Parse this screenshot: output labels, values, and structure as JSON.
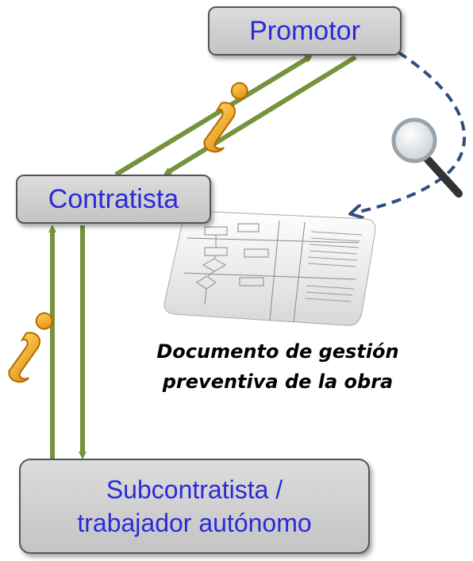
{
  "nodes": {
    "promotor": "Promotor",
    "contratista": "Contratista",
    "subcontratista_line1": "Subcontratista /",
    "subcontratista_line2": "trabajador autónomo"
  },
  "document": {
    "caption_line1": "Documento de gestión",
    "caption_line2": "preventiva de la obra"
  },
  "icons": [
    "info-icon",
    "info-icon",
    "magnifier-icon",
    "flowchart-document-icon"
  ],
  "colors": {
    "arrow_green": "#76923c",
    "arrow_blue": "#2f4f7f",
    "node_text": "#2a2ad8"
  }
}
